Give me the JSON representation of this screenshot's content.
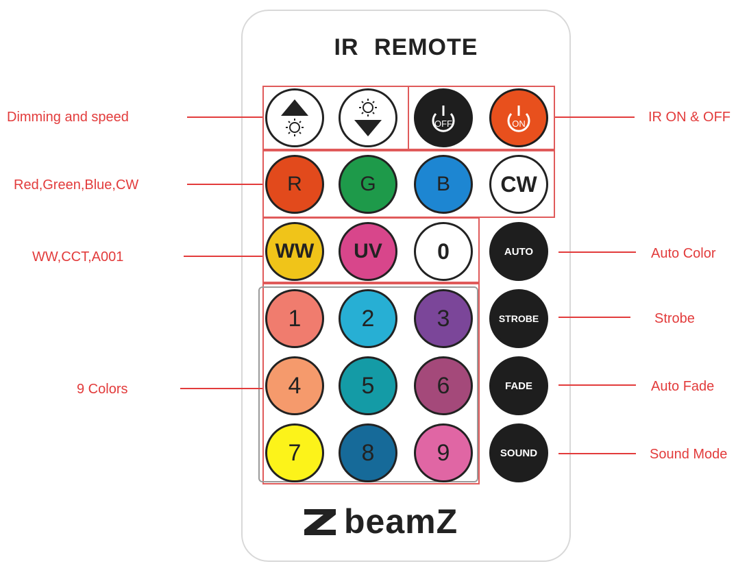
{
  "title": "IR  REMOTE",
  "brand": "beamZ",
  "callouts": {
    "dimming": "Dimming and speed",
    "ir_onoff": "IR ON & OFF",
    "rgbcw": "Red,Green,Blue,CW",
    "ww_cct": "WW,CCT,A001",
    "auto_color": "Auto Color",
    "strobe": "Strobe",
    "nine_colors": "9 Colors",
    "auto_fade": "Auto Fade",
    "sound_mode": "Sound Mode"
  },
  "buttons": {
    "off_label": "OFF",
    "on_label": "ON",
    "r": "R",
    "g": "G",
    "b": "B",
    "cw": "CW",
    "ww": "WW",
    "uv": "UV",
    "zero": "0",
    "auto": "AUTO",
    "strobe": "STROBE",
    "fade": "FADE",
    "sound": "SOUND",
    "n1": "1",
    "n2": "2",
    "n3": "3",
    "n4": "4",
    "n5": "5",
    "n6": "6",
    "n7": "7",
    "n8": "8",
    "n9": "9"
  },
  "colors": {
    "callout": "#e23b3b",
    "on": "#e8501d",
    "off": "#1e1e1e",
    "red": "#e24a1c",
    "green": "#1e9a4a",
    "blue": "#1d86d2",
    "ww": "#f0c419",
    "uv": "#d8468b",
    "c1": "#f07c6e",
    "c2": "#27afd4",
    "c3": "#7b4699",
    "c4": "#f59a6c",
    "c5": "#149ba6",
    "c6": "#a4497a",
    "c7": "#fcf31a",
    "c8": "#166a99",
    "c9": "#e066a4"
  }
}
